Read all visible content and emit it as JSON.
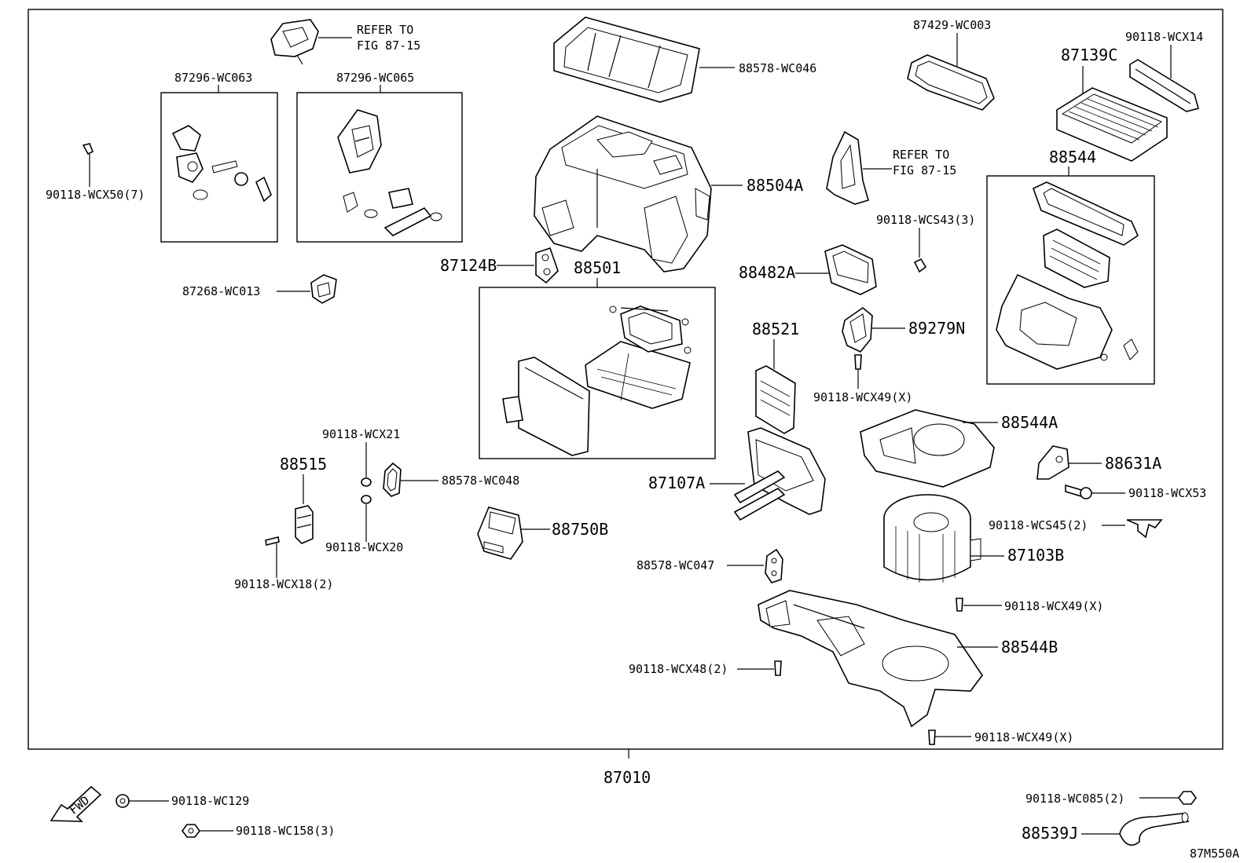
{
  "labels": {
    "refer_top": [
      "REFER TO",
      "FIG 87-15"
    ],
    "refer_mid": [
      "REFER TO",
      "FIG 87-15"
    ],
    "p87296_wc063": "87296-WC063",
    "p87296_wc065": "87296-WC065",
    "p88578_wc046": "88578-WC046",
    "p87429_wc003": "87429-WC003",
    "p90118_wcx14": "90118-WCX14",
    "p87139c": "87139C",
    "p88544": "88544",
    "p88504a": "88504A",
    "p90118_wcx50": "90118-WCX50(7)",
    "p90118_wcs43": "90118-WCS43(3)",
    "p87124b": "87124B",
    "p88501": "88501",
    "p88482a": "88482A",
    "p87268_wc013": "87268-WC013",
    "p89279n": "89279N",
    "p88521": "88521",
    "p90118_wcx49_a": "90118-WCX49(X)",
    "p88544a": "88544A",
    "p90118_wcx21": "90118-WCX21",
    "p88631a": "88631A",
    "p88515": "88515",
    "p88578_wc048": "88578-WC048",
    "p87107a": "87107A",
    "p90118_wcx53": "90118-WCX53",
    "p90118_wcs45": "90118-WCS45(2)",
    "p88750b": "88750B",
    "p90118_wcx20": "90118-WCX20",
    "p87103b": "87103B",
    "p88578_wc047": "88578-WC047",
    "p90118_wcx18": "90118-WCX18(2)",
    "p90118_wcx49_b": "90118-WCX49(X)",
    "p88544b": "88544B",
    "p90118_wcx48": "90118-WCX48(2)",
    "p90118_wcx49_c": "90118-WCX49(X)",
    "p87010": "87010",
    "p90118_wc129": "90118-WC129",
    "p90118_wc085": "90118-WC085(2)",
    "p90118_wc158": "90118-WC158(3)",
    "p88539j": "88539J",
    "fig_code": "87M550A",
    "fwd": "FWD"
  }
}
